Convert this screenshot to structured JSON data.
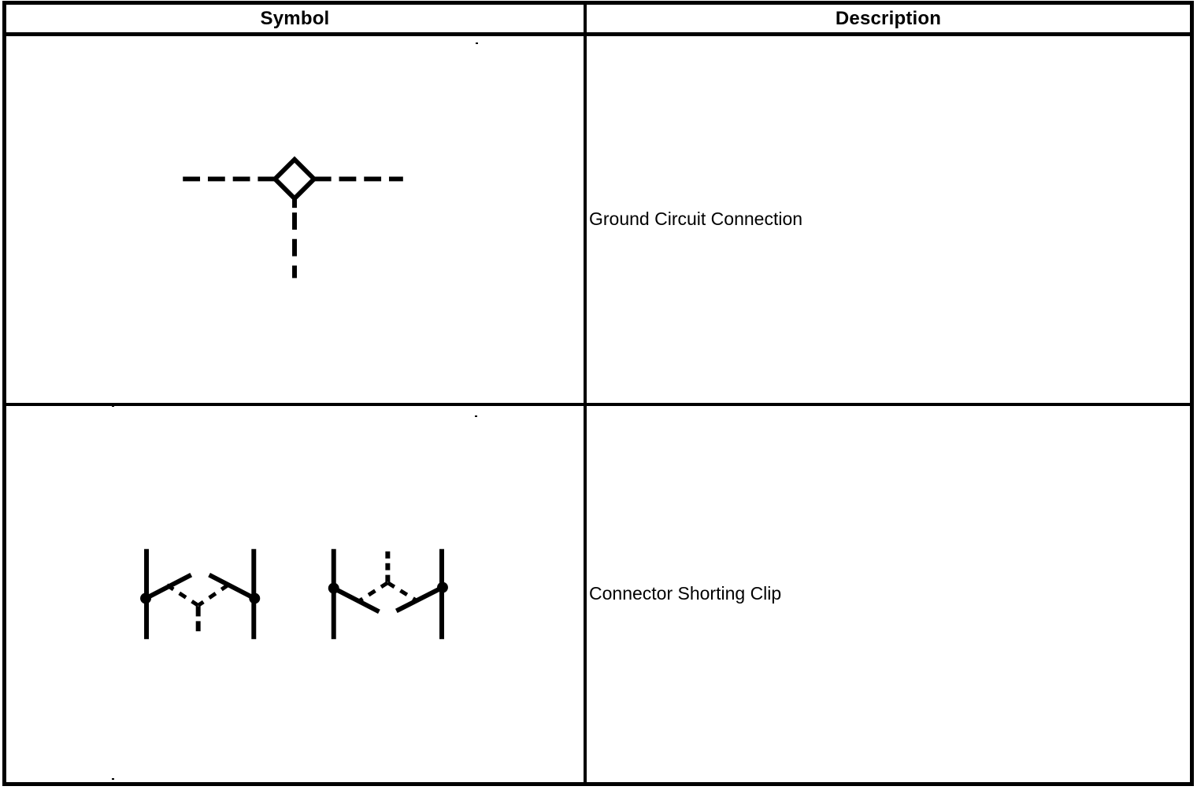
{
  "table": {
    "header": {
      "symbol_label": "Symbol",
      "description_label": "Description"
    },
    "rows": [
      {
        "symbol_icon": "ground-circuit-connection-symbol",
        "description": "Ground Circuit Connection"
      },
      {
        "symbol_icon": "connector-shorting-clip-symbol",
        "description": "Connector Shorting Clip"
      }
    ]
  },
  "colors": {
    "line": "#000000",
    "text": "#000000",
    "background": "#ffffff",
    "border": "#000000"
  }
}
